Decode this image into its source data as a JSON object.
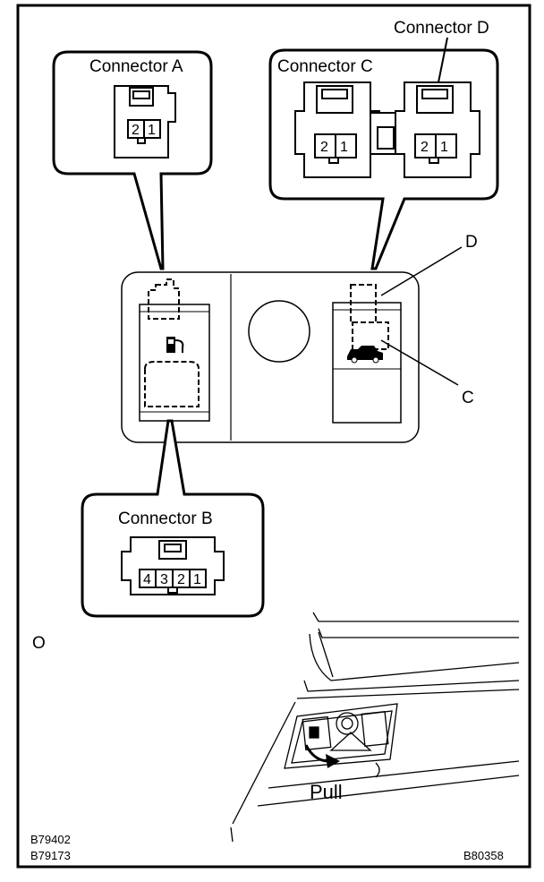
{
  "connectors": {
    "a": {
      "title": "Connector A",
      "pins": [
        "2",
        "1"
      ]
    },
    "b": {
      "title": "Connector B",
      "pins": [
        "4",
        "3",
        "2",
        "1"
      ]
    },
    "c": {
      "title": "Connector C",
      "pins": [
        "2",
        "1"
      ]
    },
    "d": {
      "title": "Connector D",
      "pins": [
        "2",
        "1"
      ]
    }
  },
  "callouts": {
    "d": "D",
    "c": "C"
  },
  "inset": {
    "marker": "O",
    "pull": "Pull"
  },
  "codes": {
    "left_top": "B79402",
    "left_bottom": "B79173",
    "right": "B80358"
  }
}
